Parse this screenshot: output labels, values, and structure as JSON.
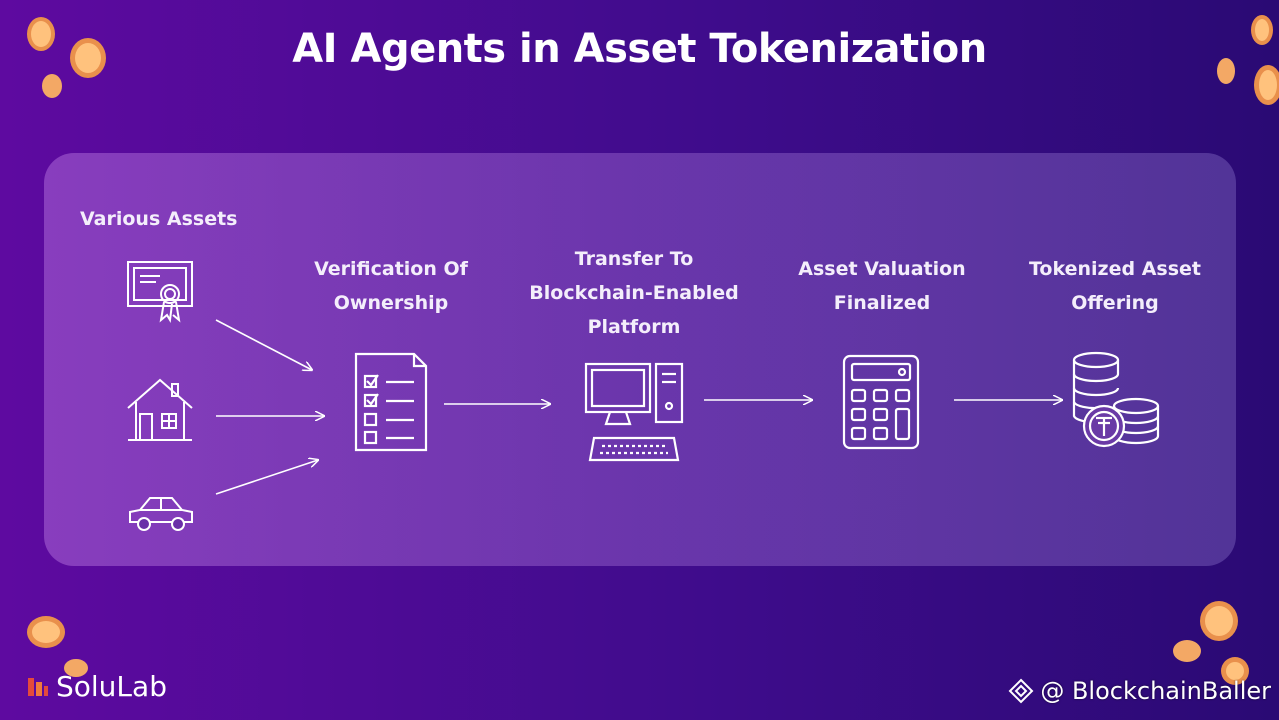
{
  "title": "AI Agents in Asset Tokenization",
  "diagram": {
    "input_group_label": "Various Assets",
    "assets": [
      {
        "icon": "certificate-icon"
      },
      {
        "icon": "house-icon"
      },
      {
        "icon": "car-icon"
      }
    ],
    "steps": [
      {
        "label_lines": [
          "Verification Of",
          "Ownership"
        ],
        "icon": "checklist-icon"
      },
      {
        "label_lines": [
          "Transfer To",
          "Blockchain-Enabled",
          "Platform"
        ],
        "icon": "computer-icon"
      },
      {
        "label_lines": [
          "Asset Valuation",
          "Finalized"
        ],
        "icon": "calculator-icon"
      },
      {
        "label_lines": [
          "Tokenized Asset",
          "Offering"
        ],
        "icon": "token-coins-icon"
      }
    ]
  },
  "brand": {
    "name": "SoluLab"
  },
  "watermark": {
    "text": "@ BlockchainBaller"
  },
  "colors": {
    "background_start": "#5e0aa0",
    "background_end": "#2a0a74",
    "coin": "#f5a25d",
    "text": "#ffffff"
  }
}
